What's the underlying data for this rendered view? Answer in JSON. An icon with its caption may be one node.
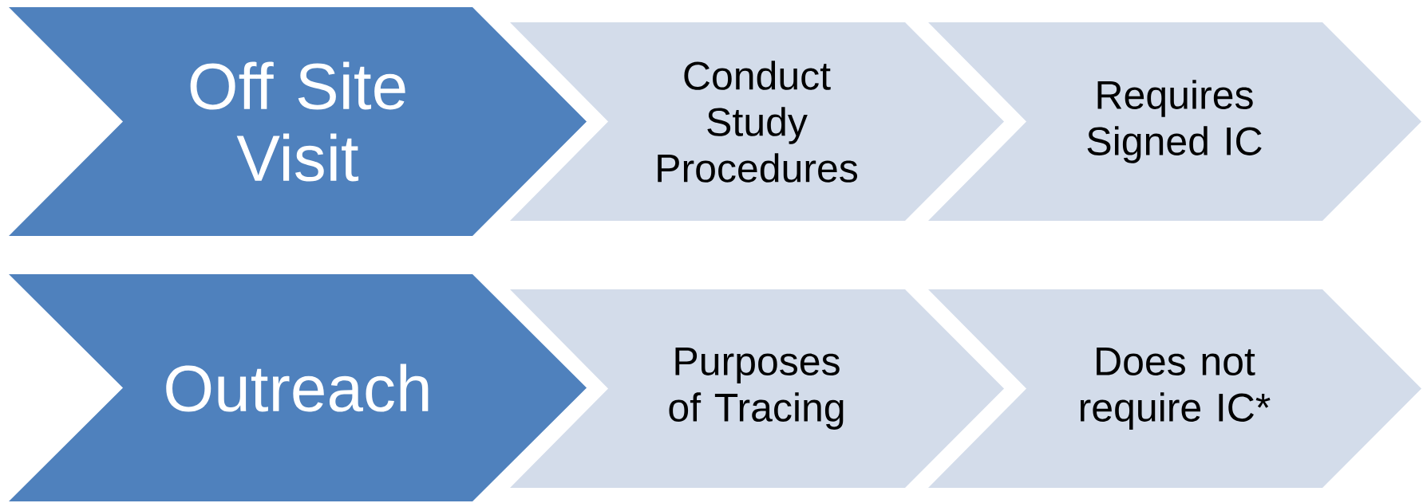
{
  "diagram": {
    "nodes": [
      {
        "text": [
          "Off Site Visit"
        ]
      },
      {
        "text": [
          "Conduct Study Procedures"
        ]
      },
      {
        "text": [
          "Requires Signed IC"
        ]
      },
      {
        "text": [
          "Outreach"
        ]
      },
      {
        "text": [
          "Purposes of Tracing"
        ]
      },
      {
        "text": [
          "Does not require IC*"
        ]
      }
    ]
  }
}
